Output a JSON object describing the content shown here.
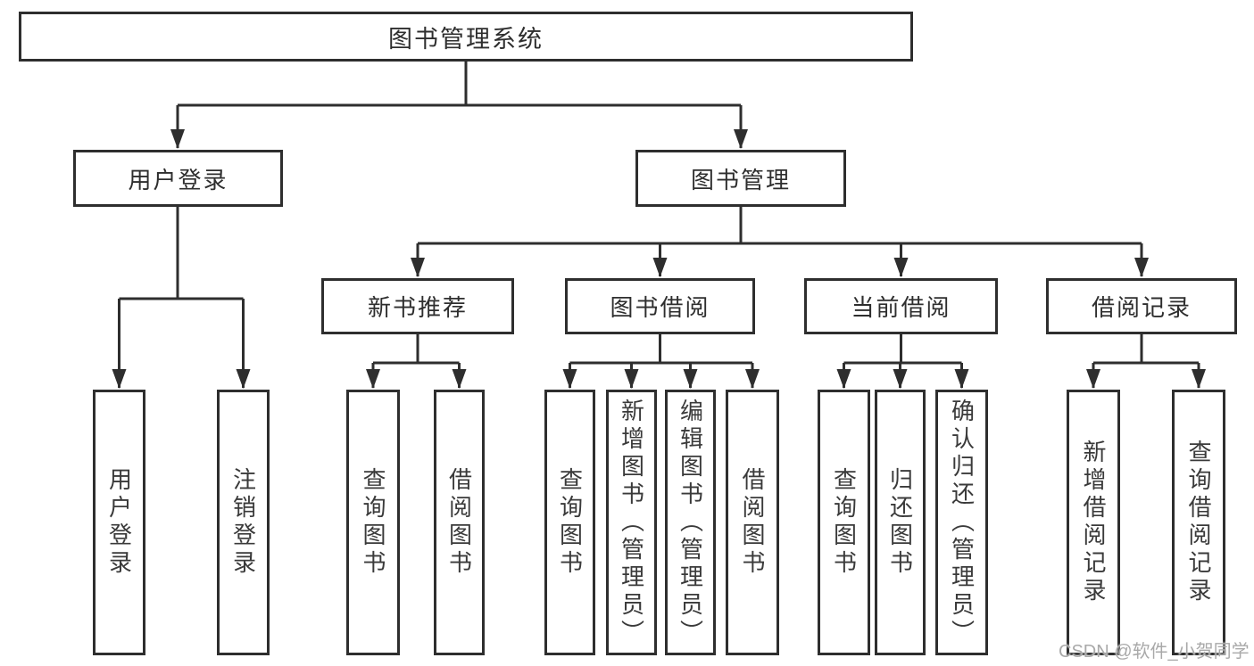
{
  "diagram": {
    "root": {
      "label": "图书管理系统"
    },
    "level2": {
      "login": {
        "label": "用户登录"
      },
      "manage": {
        "label": "图书管理"
      }
    },
    "level3": {
      "recommend": {
        "label": "新书推荐"
      },
      "borrow": {
        "label": "图书借阅"
      },
      "current": {
        "label": "当前借阅"
      },
      "history": {
        "label": "借阅记录"
      }
    },
    "leaves": {
      "user_login": {
        "label": "用户登录"
      },
      "logout": {
        "label": "注销登录"
      },
      "rec_query": {
        "label": "查询图书"
      },
      "rec_borrow": {
        "label": "借阅图书"
      },
      "bor_query": {
        "label": "查询图书"
      },
      "bor_add": {
        "label": "新增图书（管理员）"
      },
      "bor_edit": {
        "label": "编辑图书（管理员）"
      },
      "bor_borrow": {
        "label": "借阅图书"
      },
      "cur_query": {
        "label": "查询图书"
      },
      "cur_return": {
        "label": "归还图书"
      },
      "cur_confirm": {
        "label": "确认归还（管理员）"
      },
      "his_add": {
        "label": "新增借阅记录"
      },
      "his_query": {
        "label": "查询借阅记录"
      }
    }
  },
  "watermark": {
    "text": "CSDN @软件_小贺同学"
  },
  "colors": {
    "line": "#2e2e2e",
    "box_border": "#2e2e2e",
    "label_text": "#2e2e2e",
    "leaf_text": "#3a3a3a",
    "watermark": "#a9a9a9",
    "background": "#ffffff"
  }
}
